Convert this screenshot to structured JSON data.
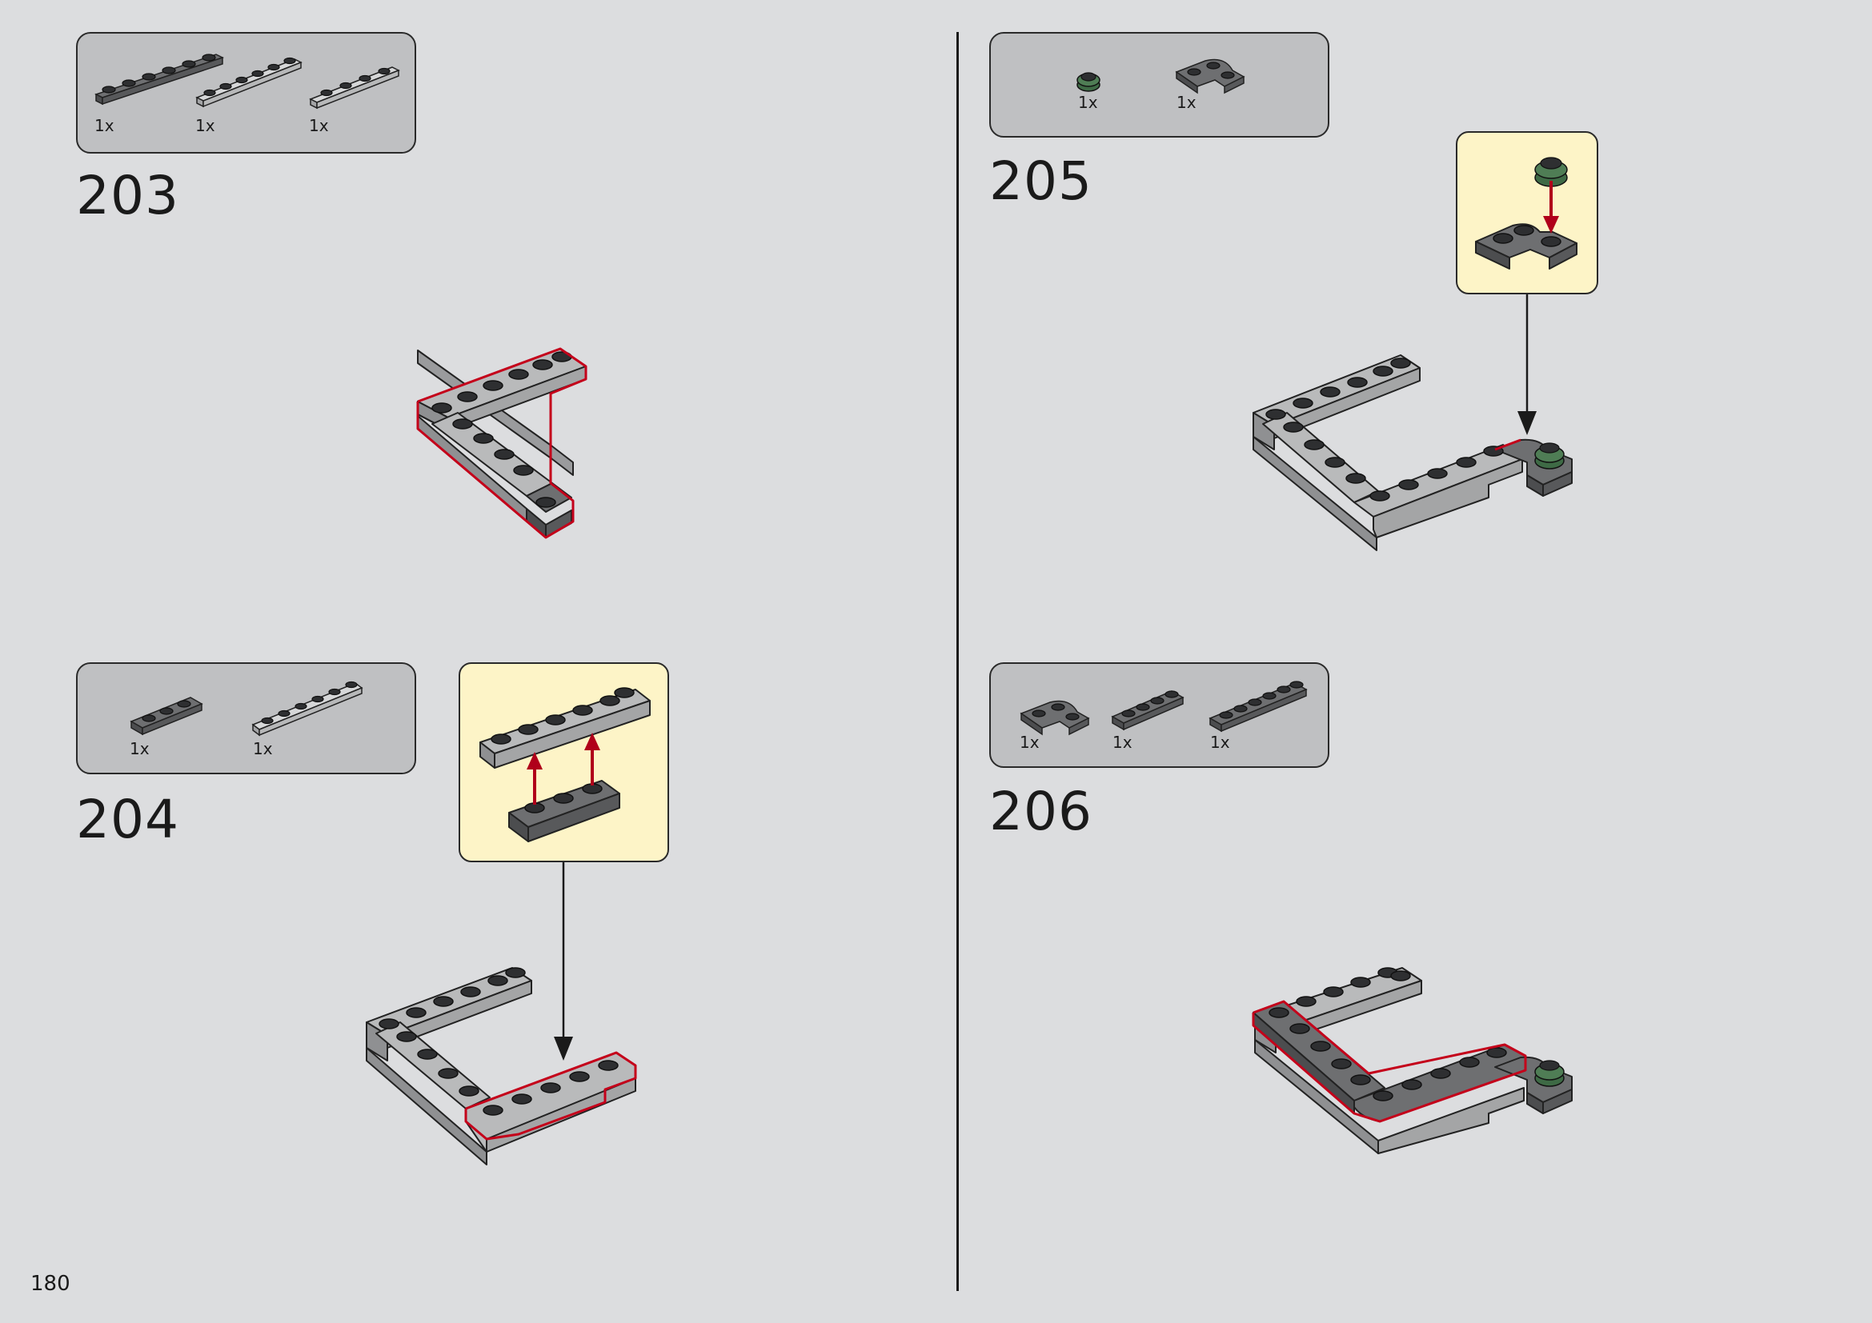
{
  "page_number": "180",
  "colors": {
    "background": "#dcdddf",
    "parts_panel": "#bfc0c2",
    "callout": "#fdf4c7",
    "highlight": "#c4001a",
    "brick_light": "#b7b8b9",
    "brick_dark": "#6e6f71",
    "stud_black": "#2e2f31",
    "brick_green": "#4f7d55"
  },
  "steps": [
    {
      "number": "203",
      "parts": [
        {
          "qty": "1x",
          "icon": "plate-1x6-dark-icon"
        },
        {
          "qty": "1x",
          "icon": "plate-1x6-light-icon"
        },
        {
          "qty": "1x",
          "icon": "plate-1x4-light-icon"
        }
      ]
    },
    {
      "number": "204",
      "parts": [
        {
          "qty": "1x",
          "icon": "plate-1x3-dark-icon"
        },
        {
          "qty": "1x",
          "icon": "plate-1x6-light-icon"
        }
      ]
    },
    {
      "number": "205",
      "parts": [
        {
          "qty": "1x",
          "icon": "round-plate-green-icon"
        },
        {
          "qty": "1x",
          "icon": "corner-plate-round-dark-icon"
        }
      ]
    },
    {
      "number": "206",
      "parts": [
        {
          "qty": "1x",
          "icon": "corner-plate-round-dark-icon"
        },
        {
          "qty": "1x",
          "icon": "plate-1x4-dark-icon"
        },
        {
          "qty": "1x",
          "icon": "plate-1x6-dark-icon"
        }
      ]
    }
  ]
}
